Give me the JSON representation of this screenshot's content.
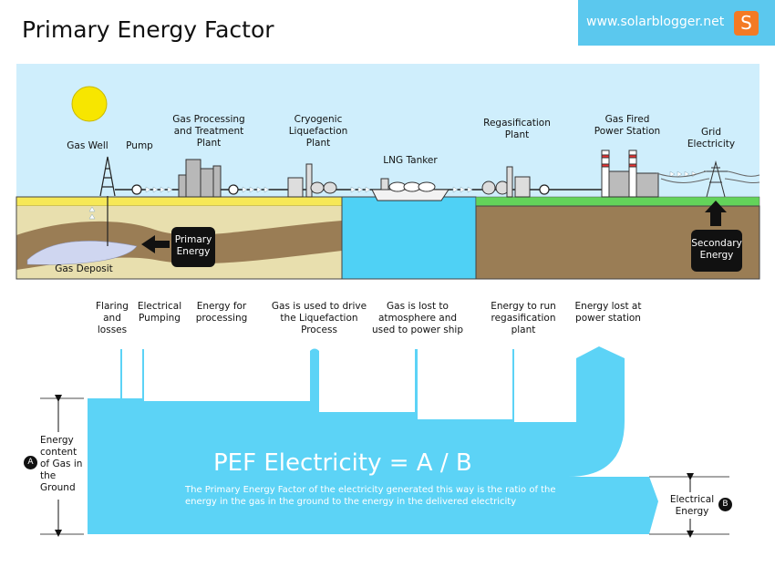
{
  "title": "Primary Energy Factor",
  "brand": {
    "site": "www.solarblogger.net",
    "logo_letter": "S"
  },
  "colors": {
    "sky": "#cfeefc",
    "sea": "#4fd1f5",
    "flow": "#5cd3f6",
    "ground": "#9a7d55",
    "grass": "#63d35a",
    "sand": "#f6e857"
  },
  "scene": {
    "gas_well": "Gas Well",
    "pump": "Pump",
    "gas_processing": "Gas Processing and Treatment Plant",
    "cryogenic": "Cryogenic Liquefaction Plant",
    "lng_tanker": "LNG Tanker",
    "regasification": "Regasification Plant",
    "gas_fired": "Gas Fired Power Station",
    "grid": "Grid Electricity",
    "gas_deposit": "Gas Deposit",
    "primary_energy": "Primary Energy",
    "secondary_energy": "Secondary Energy"
  },
  "losses": [
    "Flaring and losses",
    "Electrical Pumping",
    "Energy for processing",
    "Gas is used to drive the Liquefaction Process",
    "Gas is lost to atmosphere and used to power ship",
    "Energy to run regasification plant",
    "Energy lost at power station"
  ],
  "pef": {
    "formula": "PEF Electricity = A / B",
    "description": "The Primary Energy Factor of the electricity generated this way is the ratio of the energy in the gas in the ground to the energy in the delivered electricity"
  },
  "markers": {
    "a": "A",
    "b": "B",
    "a_label": "Energy content of Gas in the Ground",
    "b_label": "Electrical Energy"
  }
}
